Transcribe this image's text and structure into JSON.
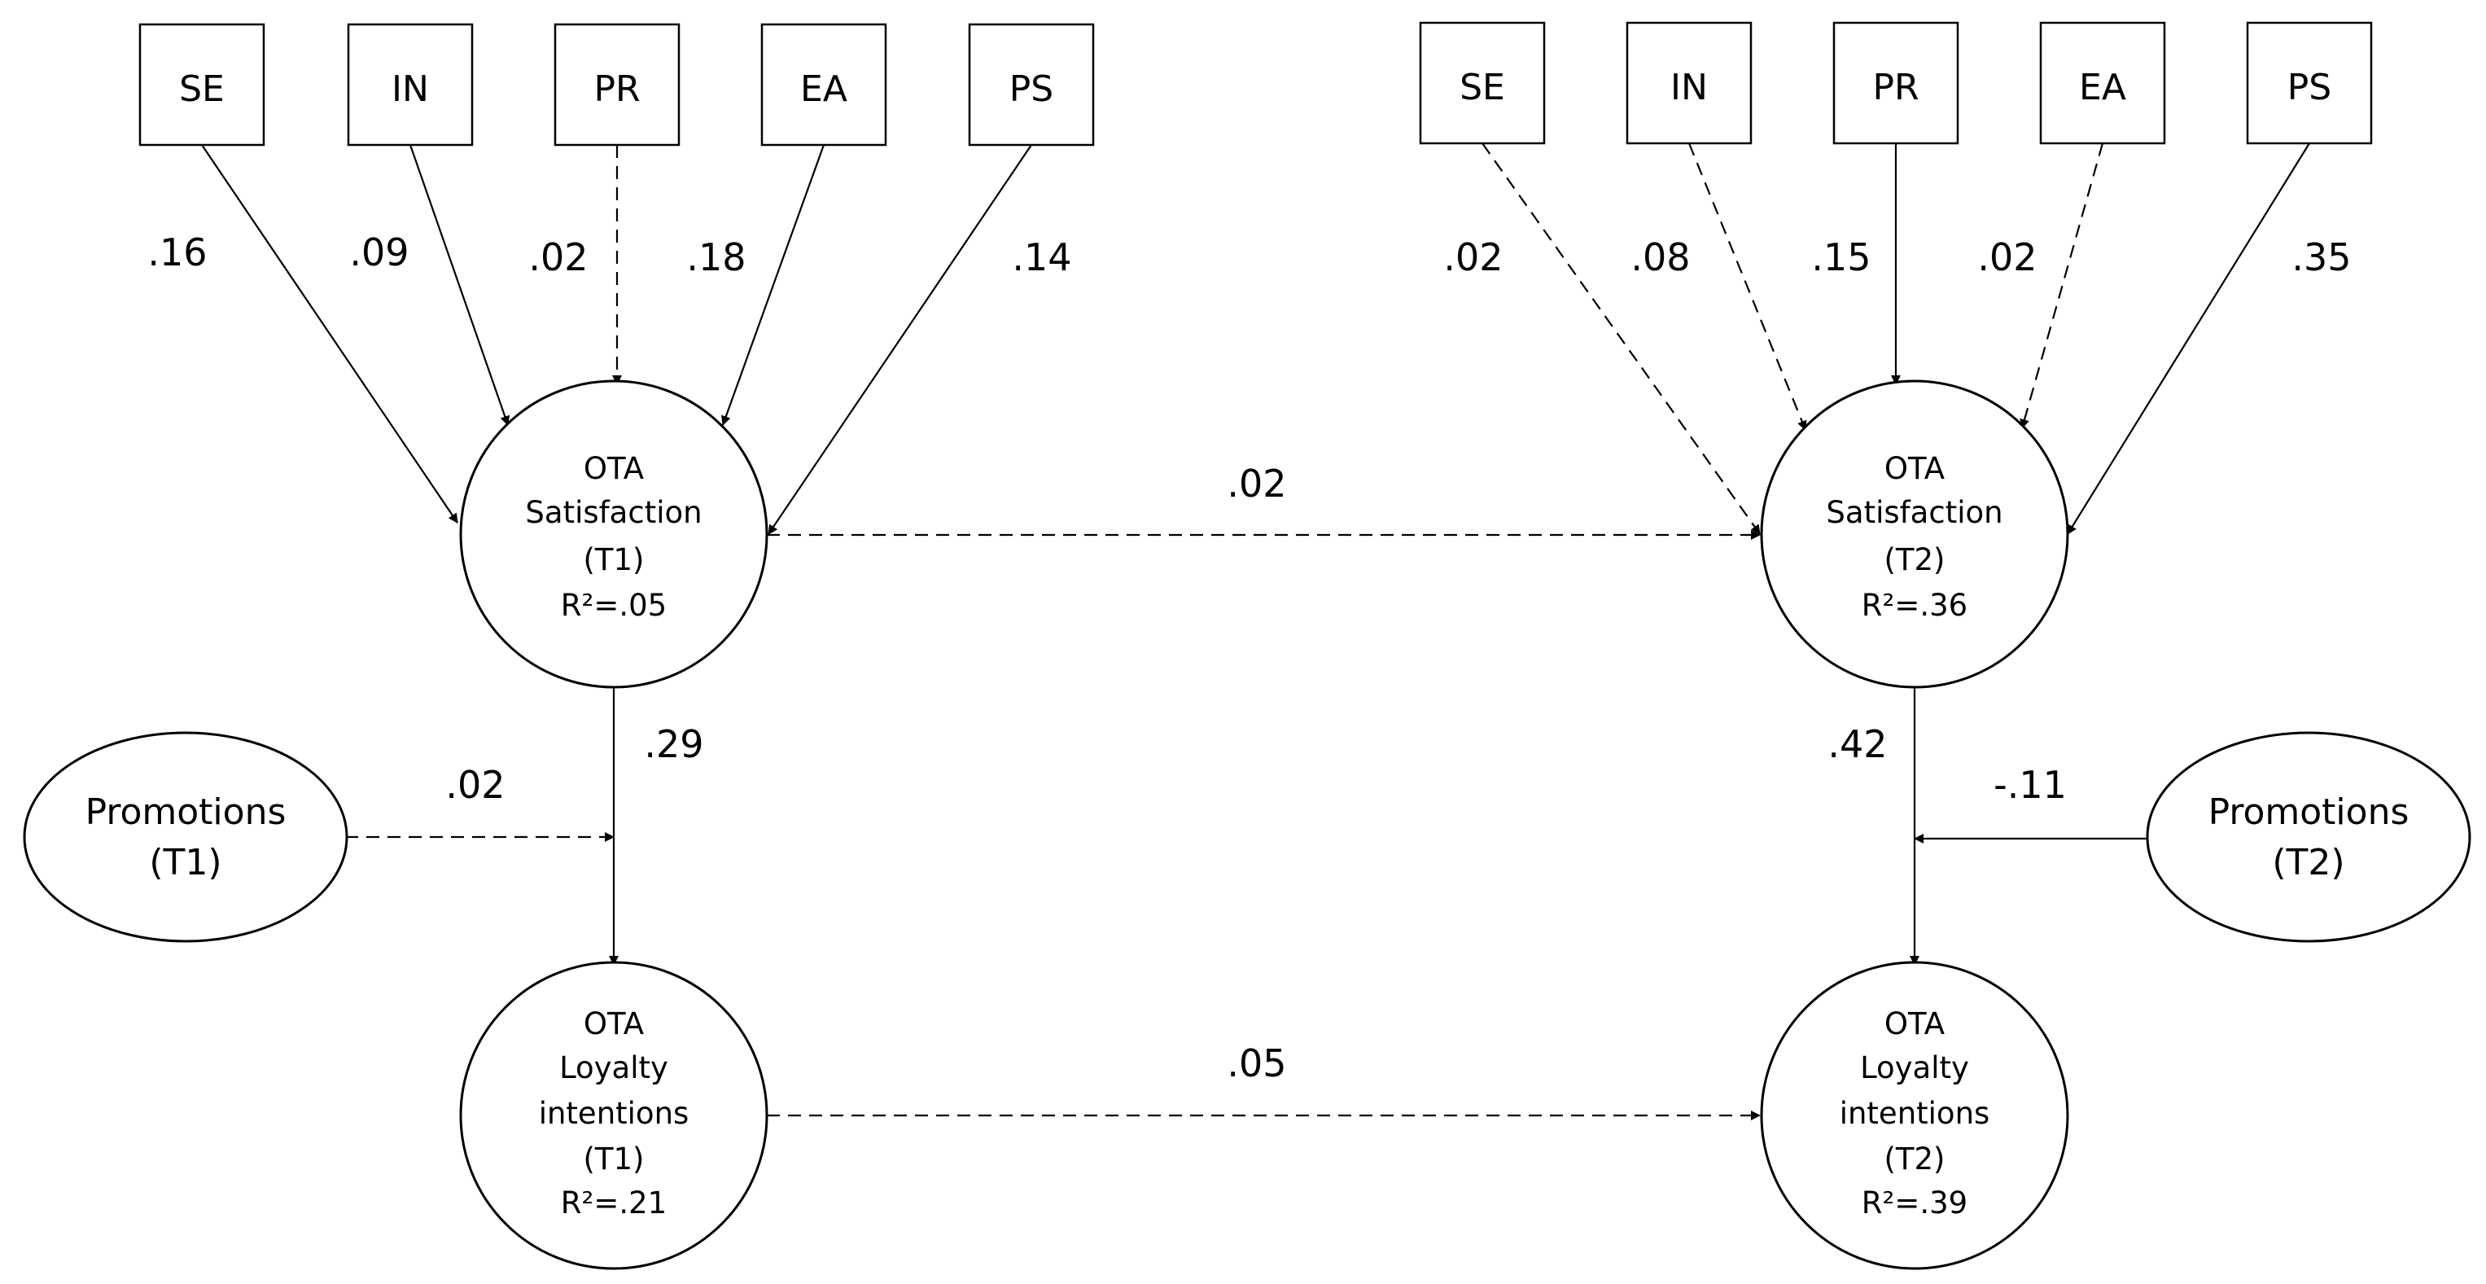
{
  "t1": {
    "indicators": [
      "SE",
      "IN",
      "PR",
      "EA",
      "PS"
    ],
    "indicator_coefficients": [
      ".16",
      ".09",
      ".02",
      ".18",
      ".14"
    ],
    "satisfaction": [
      "OTA",
      "Satisfaction",
      "(T1)",
      "R²=.05"
    ],
    "loyalty": [
      "OTA",
      "Loyalty",
      "intentions",
      "(T1)",
      "R²=.21"
    ],
    "promotions": [
      "Promotions",
      "(T1)"
    ],
    "sat_to_loyalty": ".29",
    "promotions_moderation": ".02"
  },
  "t2": {
    "indicators": [
      "SE",
      "IN",
      "PR",
      "EA",
      "PS"
    ],
    "indicator_coefficients": [
      ".02",
      ".08",
      ".15",
      ".02",
      ".35"
    ],
    "satisfaction": [
      "OTA",
      "Satisfaction",
      "(T2)",
      "R²=.36"
    ],
    "loyalty": [
      "OTA",
      "Loyalty",
      "intentions",
      "(T2)",
      "R²=.39"
    ],
    "promotions": [
      "Promotions",
      "(T2)"
    ],
    "sat_to_loyalty": ".42",
    "promotions_moderation": "-.11"
  },
  "cross_lag": {
    "satisfaction": ".02",
    "loyalty": ".05"
  }
}
